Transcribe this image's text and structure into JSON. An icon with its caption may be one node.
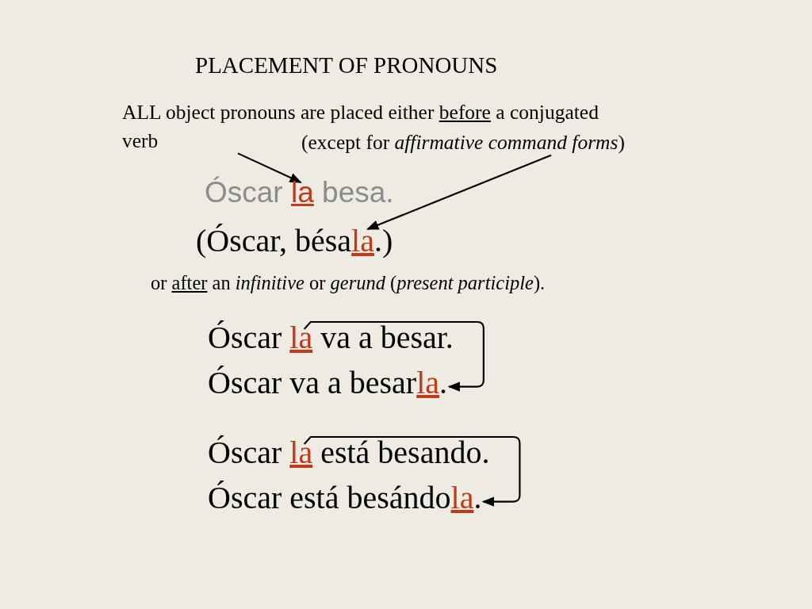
{
  "diagram": {
    "title": "PLACEMENT OF PRONOUNS",
    "nodes": [
      {
        "text": [
          "ALL object pronouns are placed either **before** a conjugated verb"
        ]
      },
      {
        "text": [
          "(except for *affirmative command forms*)"
        ]
      },
      {
        "text": [
          "Óscar **la** besa."
        ]
      },
      {
        "text": [
          "(Óscar, bésa**la**.)"
        ]
      },
      {
        "text": [
          "Óscar **la** va a besar."
        ]
      },
      {
        "text": [
          "Óscar va a besar**la**."
        ]
      },
      {
        "text": [
          "Óscar **la** está besando."
        ]
      },
      {
        "text": [
          "Óscar está besándo**la**."
        ]
      }
    ],
    "edges": [
      {
        "from": 0,
        "to": 2,
        "arrow": "to"
      },
      {
        "from": 1,
        "to": 3,
        "arrow": "to"
      },
      {
        "from": 4,
        "to": 5,
        "arrow": "to"
      },
      {
        "from": 6,
        "to": 7,
        "arrow": "to"
      }
    ],
    "labels": [
      "or **after** an *infinitive* or *gerund* (*present participle*)."
    ]
  }
}
